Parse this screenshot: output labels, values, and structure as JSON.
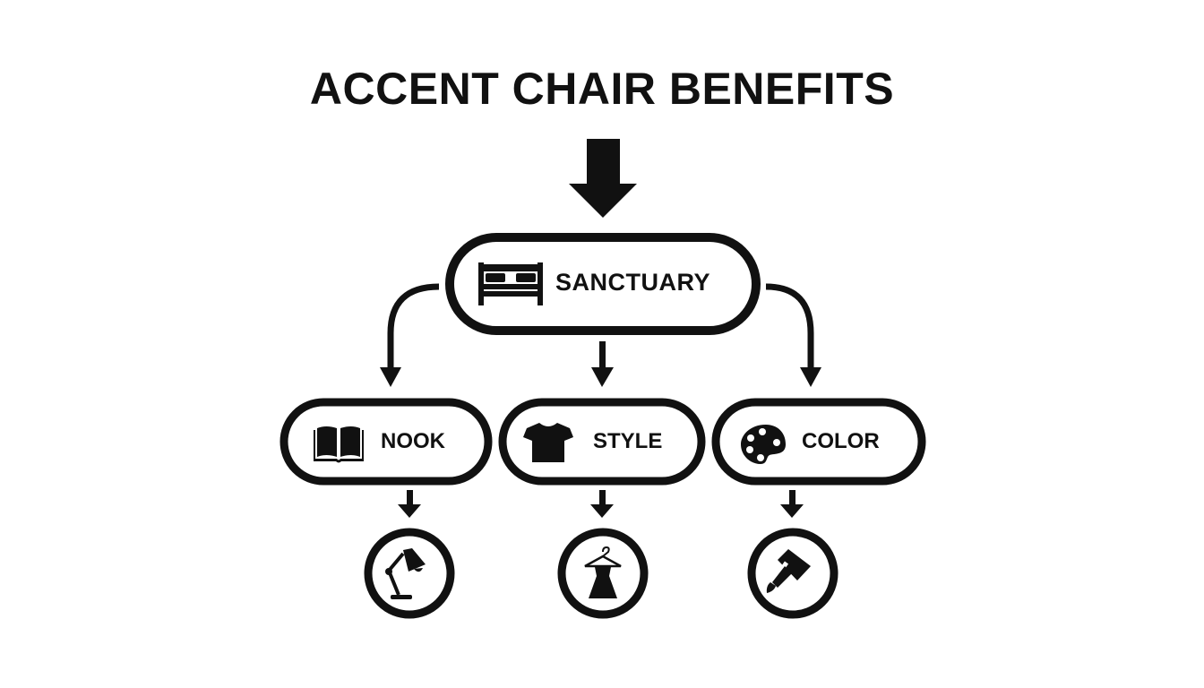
{
  "title": "ACCENT CHAIR BENEFITS",
  "colors": {
    "ink": "#111111",
    "background": "#ffffff"
  },
  "root": {
    "label": "SANCTUARY",
    "icon": "bed-icon"
  },
  "children": [
    {
      "label": "NOOK",
      "icon": "open-book-icon",
      "leaf_icon": "desk-lamp-icon"
    },
    {
      "label": "STYLE",
      "icon": "t-shirt-icon",
      "leaf_icon": "dress-on-hanger-icon"
    },
    {
      "label": "COLOR",
      "icon": "palette-icon",
      "leaf_icon": "paintbrush-icon"
    }
  ]
}
